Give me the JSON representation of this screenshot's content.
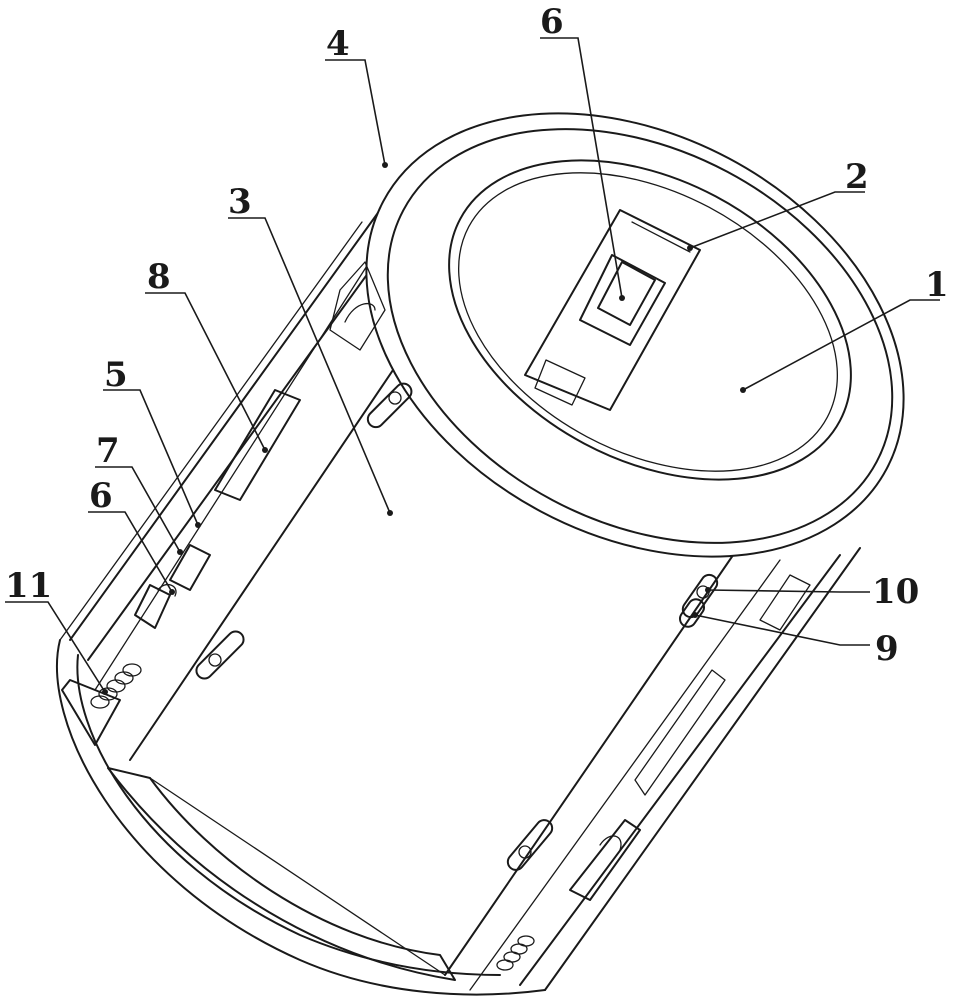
{
  "figure": {
    "labels": {
      "l1": "1",
      "l2": "2",
      "l3": "3",
      "l4": "4",
      "l5": "5",
      "l6_top": "6",
      "l6_side": "6",
      "l7": "7",
      "l8": "8",
      "l9": "9",
      "l10": "10",
      "l11": "11"
    }
  }
}
